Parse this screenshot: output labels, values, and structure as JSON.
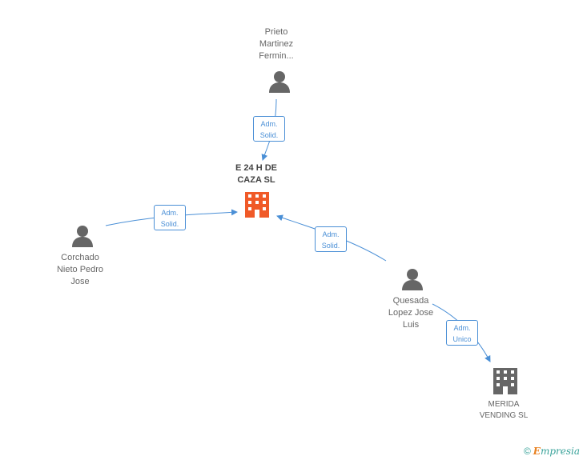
{
  "nodes": {
    "company_main": {
      "label": "E 24 H DE\nCAZA SL",
      "icon": "building-icon",
      "color": "#f05a28"
    },
    "company_merida": {
      "label": "MERIDA\nVENDING SL",
      "icon": "building-icon",
      "color": "#666666"
    },
    "person_prieto": {
      "label": "Prieto\nMartinez\nFermin...",
      "icon": "person-icon"
    },
    "person_corchado": {
      "label": "Corchado\nNieto Pedro\nJose",
      "icon": "person-icon"
    },
    "person_quesada": {
      "label": "Quesada\nLopez Jose\nLuis",
      "icon": "person-icon"
    }
  },
  "edges": {
    "prieto_to_main": "Adm.\nSolid.",
    "corchado_to_main": "Adm.\nSolid.",
    "quesada_to_main": "Adm.\nSolid.",
    "quesada_to_merida": "Adm.\nUnico"
  },
  "colors": {
    "edge": "#4a8fd6",
    "person": "#666666"
  },
  "footer": {
    "copyright": "©",
    "brand_first": "E",
    "brand_rest": "mpresia"
  }
}
